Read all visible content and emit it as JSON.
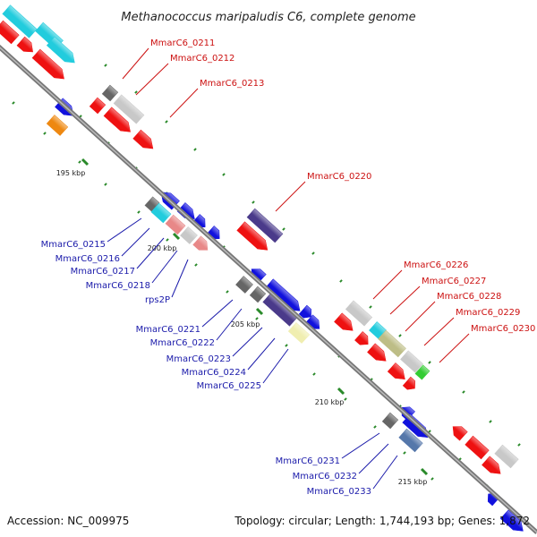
{
  "title": "Methanococcus maripaludis C6, complete genome",
  "footer": {
    "accession": "Accession: NC_009975",
    "summary": "Topology: circular; Length: 1,744,193 bp; Genes: 1,872"
  },
  "ticks": [
    "195 kbp",
    "200 kbp",
    "205 kbp",
    "210 kbp",
    "215 kbp"
  ],
  "labels_top": [
    "MmarC6_0211",
    "MmarC6_0212",
    "MmarC6_0213",
    "MmarC6_0220",
    "MmarC6_0226",
    "MmarC6_0227",
    "MmarC6_0228",
    "MmarC6_0229",
    "MmarC6_0230"
  ],
  "labels_bottom": [
    "MmarC6_0215",
    "MmarC6_0216",
    "MmarC6_0217",
    "MmarC6_0218",
    "rps2P",
    "MmarC6_0221",
    "MmarC6_0222",
    "MmarC6_0223",
    "MmarC6_0224",
    "MmarC6_0225",
    "MmarC6_0231",
    "MmarC6_0232",
    "MmarC6_0233"
  ],
  "colors": {
    "red": "#ee1111",
    "blue": "#1111dd",
    "cyan": "#22ccdd",
    "lightgray": "#c8c8c8",
    "darkgray": "#666666",
    "purple": "#4a3a8a",
    "pink": "#e88888",
    "khaki": "#bdbd86",
    "yellow": "#f0eeb0",
    "orange": "#ee8811",
    "green": "#33cc33",
    "steel": "#5577aa",
    "backbone": "#888888",
    "tick": "#228822",
    "label_top": "#cc1111",
    "label_bottom": "#1a1aaa"
  }
}
